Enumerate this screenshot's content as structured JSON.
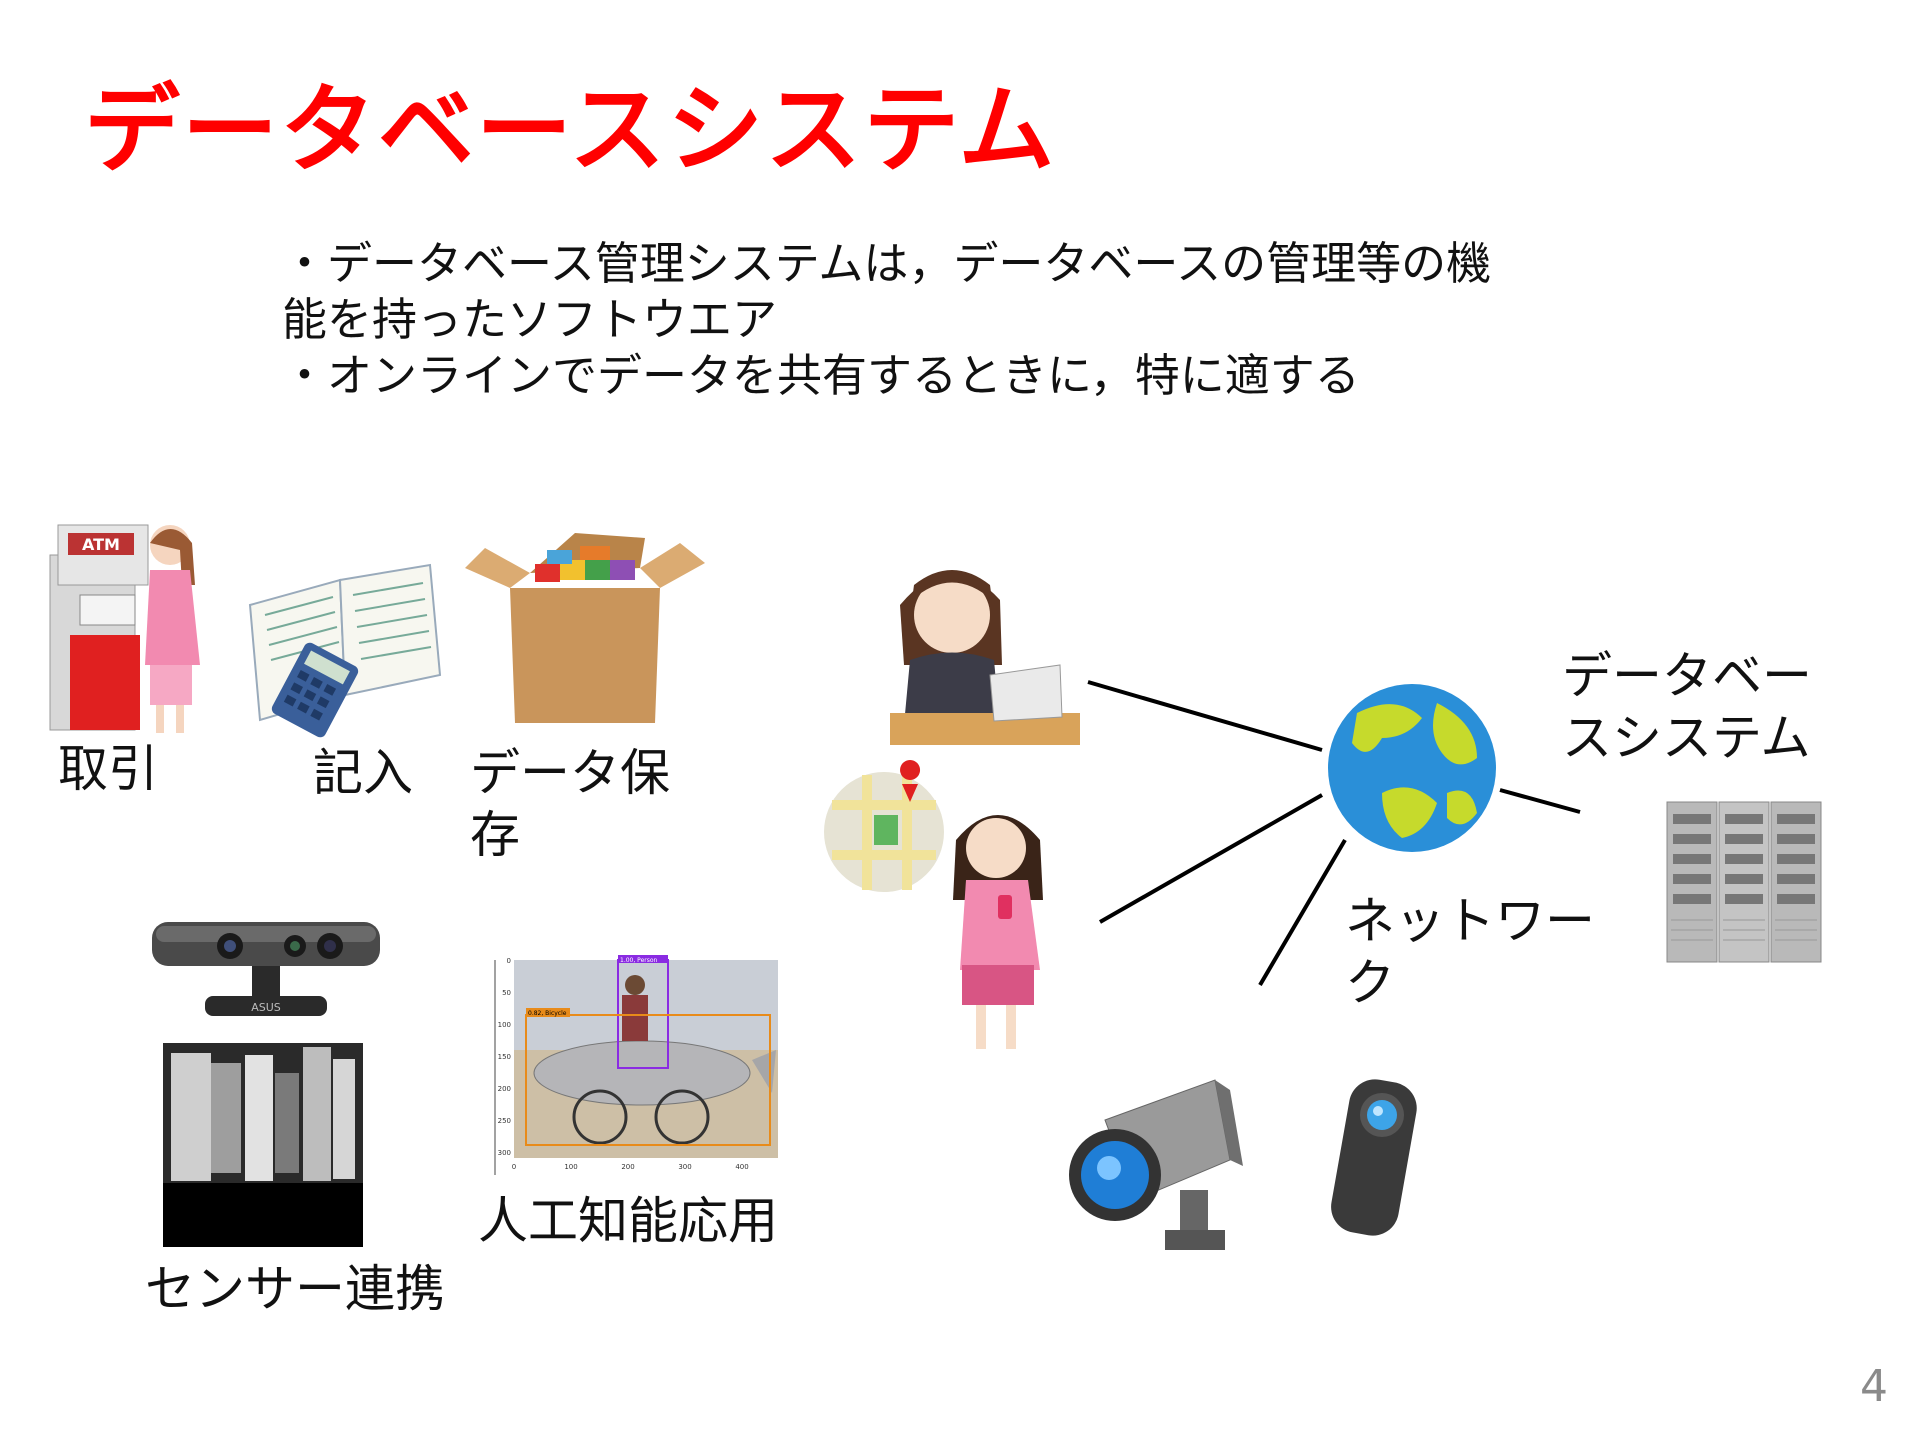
{
  "slide": {
    "title": "データベースシステム",
    "bullets": [
      "・データベース管理システムは，データベースの管理等の機",
      "能を持ったソフトウエア",
      "・オンラインでデータを共有するときに，特に適する"
    ],
    "page_number": "4"
  },
  "labels": {
    "transaction": "取引",
    "entry": "記入",
    "storage_line1": "データ保",
    "storage_line2": "存",
    "sensor": "センサー連携",
    "ai": "人工知能応用",
    "network_line1": "ネットワー",
    "network_line2": "ク",
    "dbsystem_line1": "データベー",
    "dbsystem_line2": "スシステム"
  },
  "images": {
    "atm_sign": "ATM",
    "camera_brand": "ASUS",
    "detection_person": "1.00, Person",
    "detection_bicycle": "0.82, Bicycle",
    "plot_yticks": [
      "0",
      "50",
      "100",
      "150",
      "200",
      "250",
      "300"
    ],
    "plot_xticks": [
      "0",
      "100",
      "200",
      "300",
      "400"
    ]
  },
  "colors": {
    "title": "#ff0000",
    "text": "#111111",
    "page_number": "#8a8a8a"
  }
}
